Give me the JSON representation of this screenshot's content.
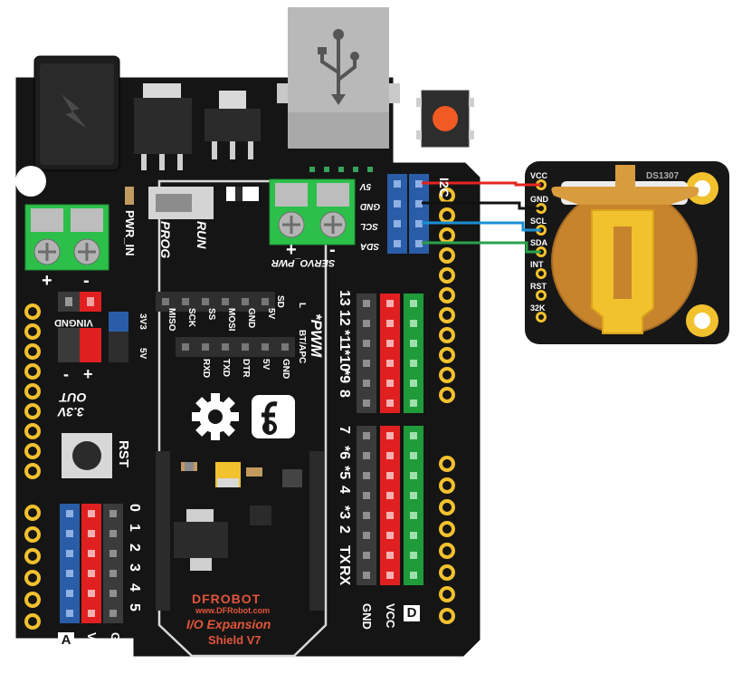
{
  "board": {
    "brand": "DFROBOT",
    "url": "www.DFRobot.com",
    "title": "I/O Expansion",
    "version": "Shield V7",
    "labels": {
      "pwr_in": "PWR_IN",
      "prog": "PROG",
      "run": "RUN",
      "servo_pwr": "SERVO_PWR",
      "vin_gnd": "VINGND",
      "v33": "3V3",
      "v5": "5V",
      "out_33v": "3.3V",
      "out": "OUT",
      "rst": "RST",
      "pwm": "*PWM",
      "sd": "SD",
      "led_l": "L",
      "bt_apc": "BT/APC",
      "i2c": "I2C",
      "a_label": "A",
      "d_label": "D",
      "vcc": "VCC",
      "gnd": "GND",
      "plus": "+",
      "minus": "-"
    },
    "spi_labels": [
      "MISO",
      "SCK",
      "SS",
      "MOSI",
      "GND",
      "5V"
    ],
    "uart_labels": [
      "RXD",
      "TXD",
      "DTR",
      "5V",
      "GND"
    ],
    "i2c_pins": [
      "5V",
      "GND",
      "SCL",
      "SDA"
    ],
    "digital_top": [
      "13",
      "12",
      "*11",
      "*10",
      "*9",
      "8"
    ],
    "digital_bottom": [
      "7",
      "*6",
      "*5",
      "4",
      "*3",
      "2",
      "TX",
      "RX"
    ],
    "analog": [
      "0",
      "1",
      "2",
      "3",
      "4",
      "5"
    ]
  },
  "module": {
    "chip": "DS1307",
    "pins": [
      "VCC",
      "GND",
      "SCL",
      "SDA",
      "INT",
      "RST",
      "32K"
    ]
  },
  "wires": [
    {
      "from": "5V",
      "to": "VCC",
      "color": "#e52521"
    },
    {
      "from": "GND",
      "to": "GND",
      "color": "#111111"
    },
    {
      "from": "SCL",
      "to": "SCL",
      "color": "#1a8fd6"
    },
    {
      "from": "SDA",
      "to": "SDA",
      "color": "#2aa14a"
    }
  ]
}
